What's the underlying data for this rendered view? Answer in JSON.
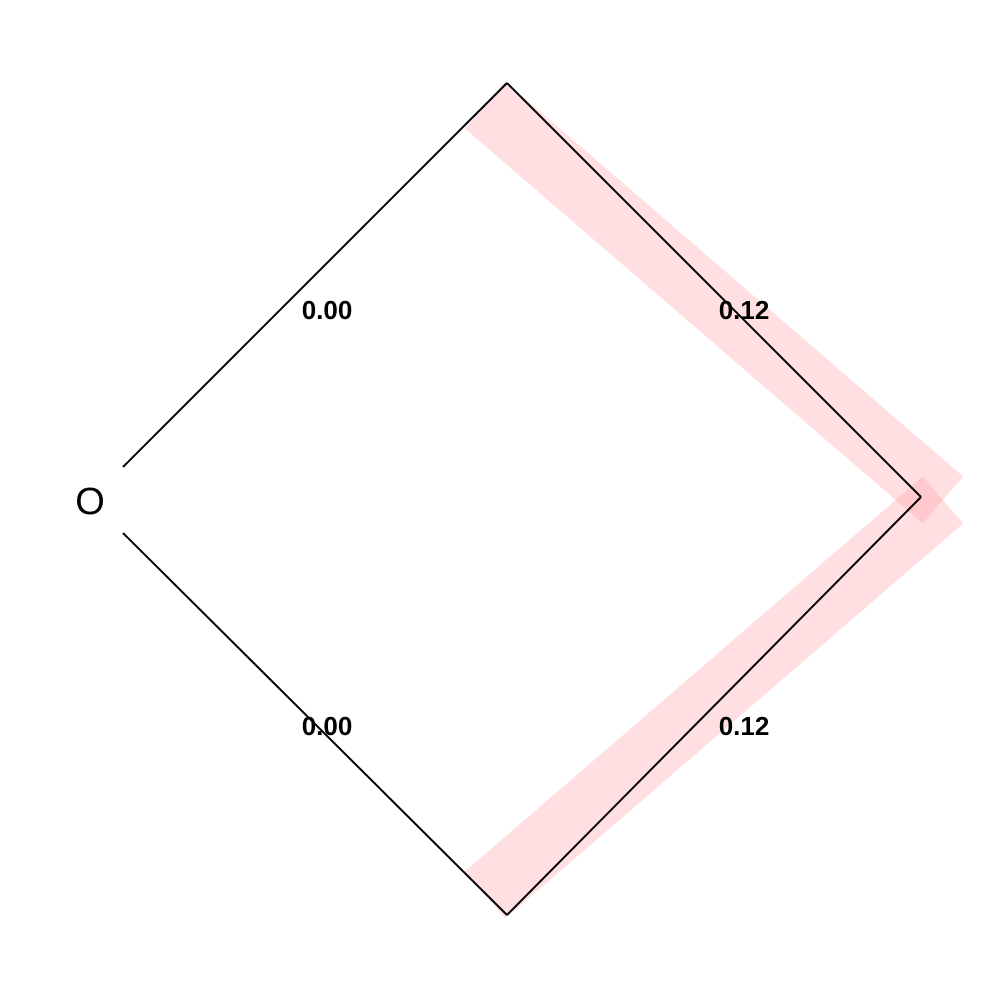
{
  "origin_label": "O",
  "colors": {
    "edge": "#000000",
    "highlight": "#ff9ea3"
  },
  "edges": [
    {
      "id": "top-left",
      "label": "0.00",
      "highlighted": false
    },
    {
      "id": "top-right",
      "label": "0.12",
      "highlighted": true
    },
    {
      "id": "bottom-left",
      "label": "0.00",
      "highlighted": false
    },
    {
      "id": "bottom-right",
      "label": "0.12",
      "highlighted": true
    }
  ]
}
